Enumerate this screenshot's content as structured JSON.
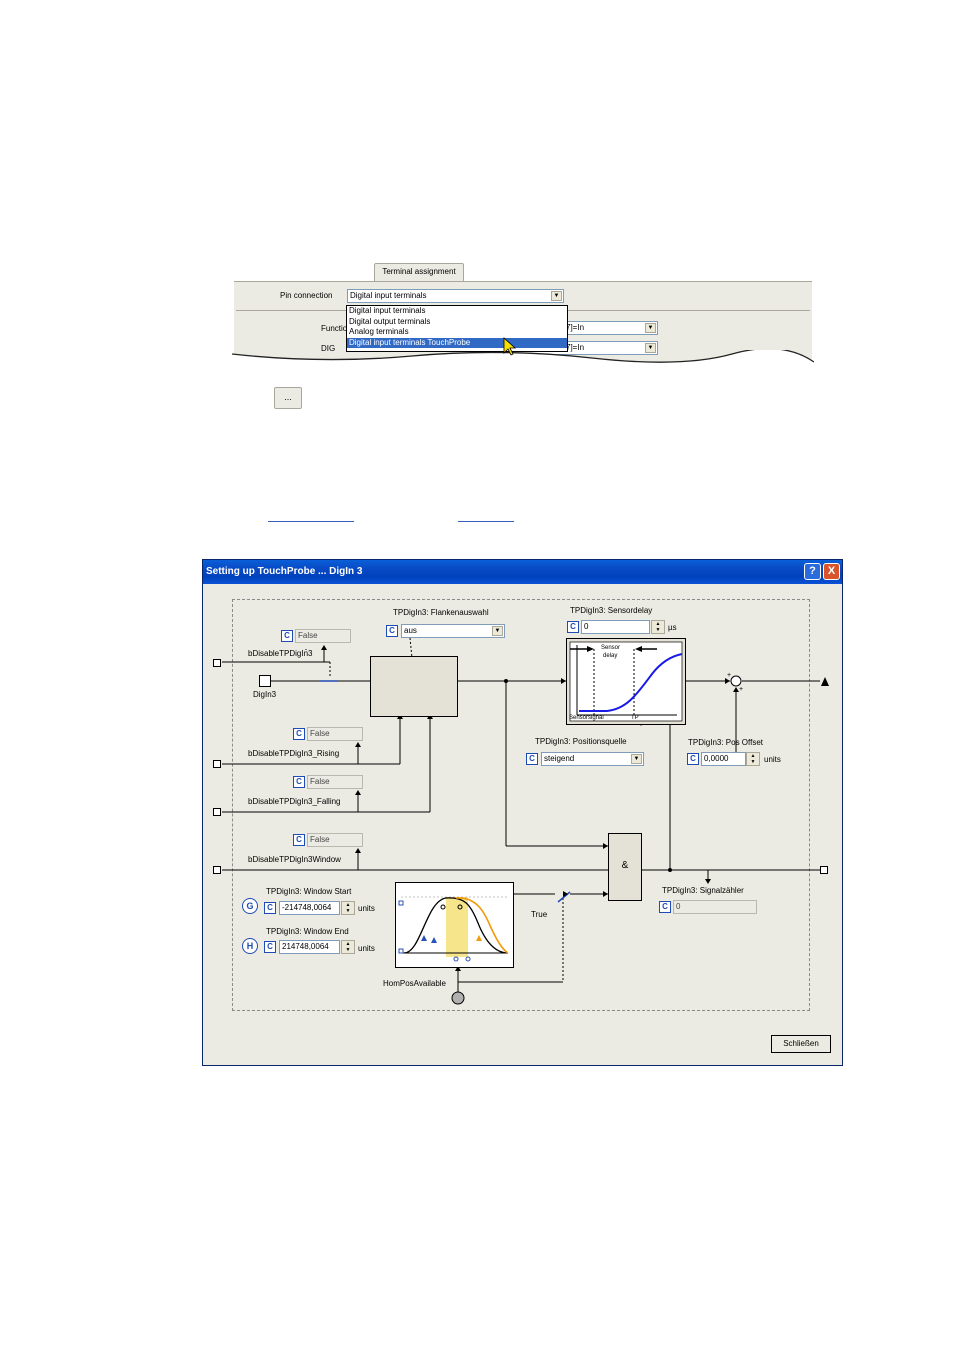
{
  "terminal": {
    "tab_label": "Terminal assignment",
    "pin_connection_label": "Pin connection",
    "pin_connection_value": "Digital input terminals",
    "options": [
      "Digital input terminals",
      "Digital output terminals",
      "Analog terminals",
      "Digital input terminals TouchProbe"
    ],
    "function_label": "Functio",
    "function_value": "7]=In",
    "dig_label": "DIG",
    "dig_value": "7]=In"
  },
  "dots_button": "...",
  "dialog": {
    "title": "Setting up TouchProbe ... DigIn 3",
    "help": "?",
    "close": "X",
    "close_button": "Schließen",
    "c": "C",
    "false": "False",
    "bDisableTPDigIn3": "bDisableTPDigIn3",
    "digin3": "DigIn3",
    "rising": "bDisableTPDigIn3_Rising",
    "falling": "bDisableTPDigIn3_Falling",
    "window": "bDisableTPDigIn3Window",
    "flank_label": "TPDigIn3: Flankenauswahl",
    "flank_value": "aus",
    "sensordelay_label": "TPDigIn3: Sensordelay",
    "sensordelay_value": "0",
    "sensordelay_unit": "µs",
    "sensor_text1": "Sensor",
    "sensor_text2": "delay",
    "sensorsignal": "Sensorsignal",
    "tp": "TP",
    "posquelle_label": "TPDigIn3: Positionsquelle",
    "posquelle_value": "steigend",
    "posoffset_label": "TPDigIn3: Pos Offset",
    "posoffset_value": "0,0000",
    "units": "units",
    "and": "&",
    "signal_label": "TPDigIn3: Signalzähler",
    "signal_value": "0",
    "wstart_label": "TPDigIn3: Window Start",
    "wstart_value": "-214748,0064",
    "wend_label": "TPDigIn3: Window End",
    "wend_value": "214748,0064",
    "g": "G",
    "h": "H",
    "true": "True",
    "hom": "HomPosAvailable"
  }
}
